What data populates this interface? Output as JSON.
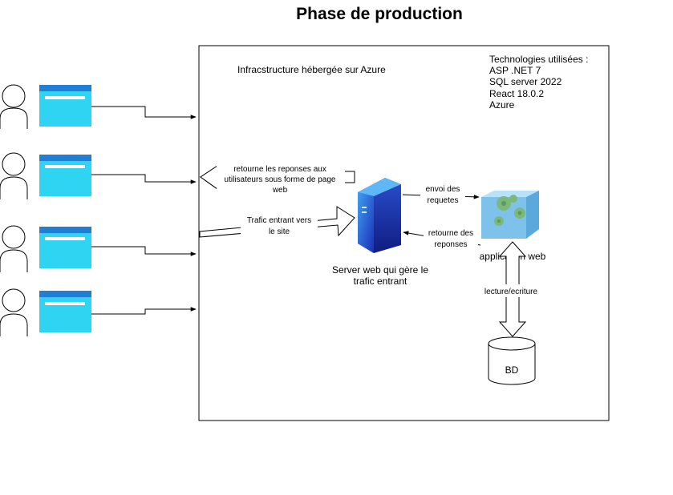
{
  "title": "Phase de production",
  "infra_label": "Infracstructure hébergée sur Azure",
  "technologies": {
    "heading": "Technologies utilisées :",
    "items": [
      "ASP .NET 7",
      "SQL server 2022",
      "React 18.0.2",
      "Azure"
    ]
  },
  "server_label": [
    "Server web qui gère le",
    "trafic entrant"
  ],
  "app_label": "application web",
  "db_label": "BD",
  "edges": {
    "returns_pages": [
      "retourne les reponses aux",
      "utilisateurs sous forme de page",
      "web"
    ],
    "incoming_traffic": [
      "Trafic entrant vers",
      "le site"
    ],
    "send_requests": [
      "envoi des",
      "requetes"
    ],
    "return_responses": [
      "retourne des",
      "reponses"
    ],
    "read_write": "lecture/ecriture"
  },
  "colors": {
    "browser_body": "#2FD4F2",
    "browser_bar": "#1E7FD4",
    "server_dark": "#1A2DB8",
    "server_light": "#3FA0F0",
    "app_cube": "#6CB8E8",
    "gear": "#7CB87C"
  },
  "icons": [
    "user-icon",
    "browser-window-icon",
    "server-icon",
    "web-app-cube-icon",
    "database-icon"
  ]
}
